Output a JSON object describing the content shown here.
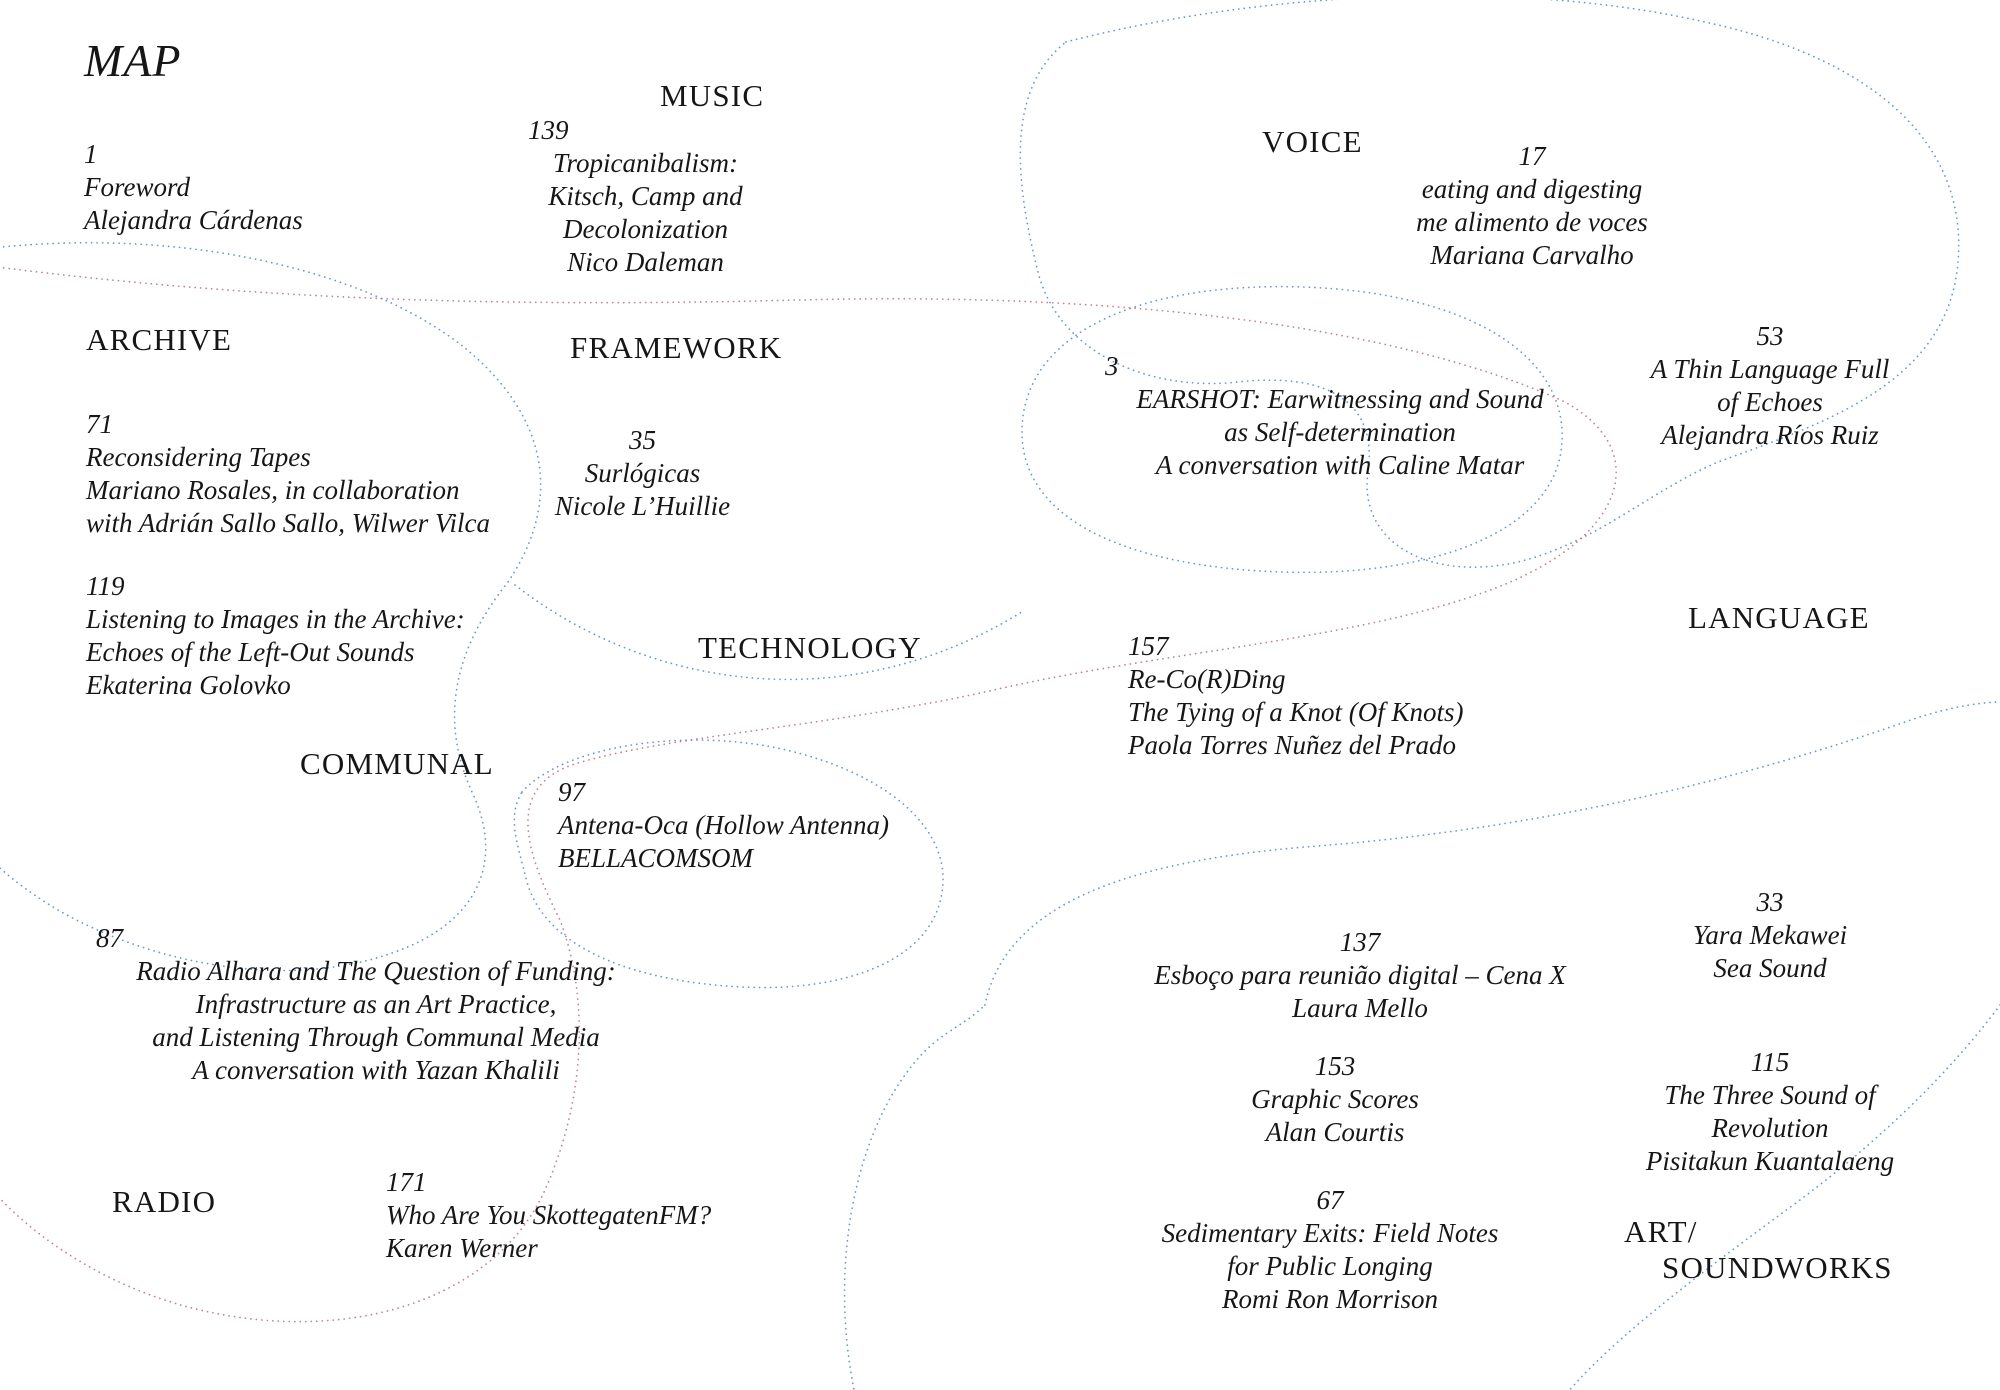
{
  "page": {
    "title": "MAP"
  },
  "colors": {
    "background": "#ffffff",
    "text": "#161616",
    "blue": "#4f86c6",
    "red": "#c06a7b"
  },
  "categories": {
    "music": "MUSIC",
    "voice": "VOICE",
    "archive": "ARCHIVE",
    "framework": "FRAMEWORK",
    "technology": "TECHNOLOGY",
    "language": "LANGUAGE",
    "communal": "COMMUNAL",
    "radio": "RADIO",
    "art_line1": "ART/",
    "art_line2": "SOUNDWORKS"
  },
  "entries": {
    "foreword": {
      "number": "1",
      "lines": [
        "Foreword",
        "Alejandra Cárdenas"
      ]
    },
    "tropicanibalism": {
      "number": "139",
      "lines": [
        "Tropicanibalism:",
        "Kitsch, Camp and",
        "Decolonization",
        "Nico Daleman"
      ]
    },
    "eating": {
      "number": "17",
      "lines": [
        "eating and digesting",
        "me alimento de voces",
        "Mariana Carvalho"
      ]
    },
    "thin_language": {
      "number": "53",
      "lines": [
        "A Thin Language Full",
        "of Echoes",
        "Alejandra Ríos Ruiz"
      ]
    },
    "reconsidering": {
      "number": "71",
      "lines": [
        "Reconsidering Tapes",
        "Mariano Rosales, in collaboration",
        "with Adrián Sallo Sallo, Wilwer Vilca"
      ]
    },
    "surlogicas": {
      "number": "35",
      "lines": [
        "Surlógicas",
        "Nicole L’Huillie"
      ]
    },
    "earshot": {
      "number": "3",
      "lines": [
        "EARSHOT: Earwitnessing and Sound",
        "as Self-determination",
        "A conversation with Caline Matar"
      ]
    },
    "listening_images": {
      "number": "119",
      "lines": [
        "Listening to Images in the Archive:",
        "Echoes of the Left-Out Sounds",
        "Ekaterina Golovko"
      ]
    },
    "recording": {
      "number": "157",
      "lines": [
        "Re-Co(R)Ding",
        "The Tying of a Knot (Of Knots)",
        "Paola Torres Nuñez del Prado"
      ]
    },
    "antena": {
      "number": "97",
      "lines": [
        "Antena-Oca (Hollow Antenna)",
        "BELLACOMSOM"
      ]
    },
    "radio_alhara": {
      "number": "87",
      "lines": [
        "Radio Alhara and The Question of Funding:",
        "Infrastructure as an Art Practice,",
        "and Listening Through Communal Media",
        "A conversation with Yazan Khalili"
      ]
    },
    "sea_sound": {
      "number": "33",
      "lines": [
        "Yara Mekawei",
        "Sea Sound"
      ]
    },
    "esboco": {
      "number": "137",
      "lines": [
        "Esboço para reunião digital – Cena X",
        "Laura Mello"
      ]
    },
    "graphic_scores": {
      "number": "153",
      "lines": [
        "Graphic Scores",
        "Alan Courtis"
      ]
    },
    "three_sound": {
      "number": "115",
      "lines": [
        "The Three Sound of",
        "Revolution",
        "Pisitakun Kuantalaeng"
      ]
    },
    "skottegaten": {
      "number": "171",
      "lines": [
        "Who Are You SkottegatenFM?",
        "Karen Werner"
      ]
    },
    "sedimentary": {
      "number": "67",
      "lines": [
        "Sedimentary Exits: Field Notes",
        "for Public Longing",
        "Romi Ron Morrison"
      ]
    }
  }
}
